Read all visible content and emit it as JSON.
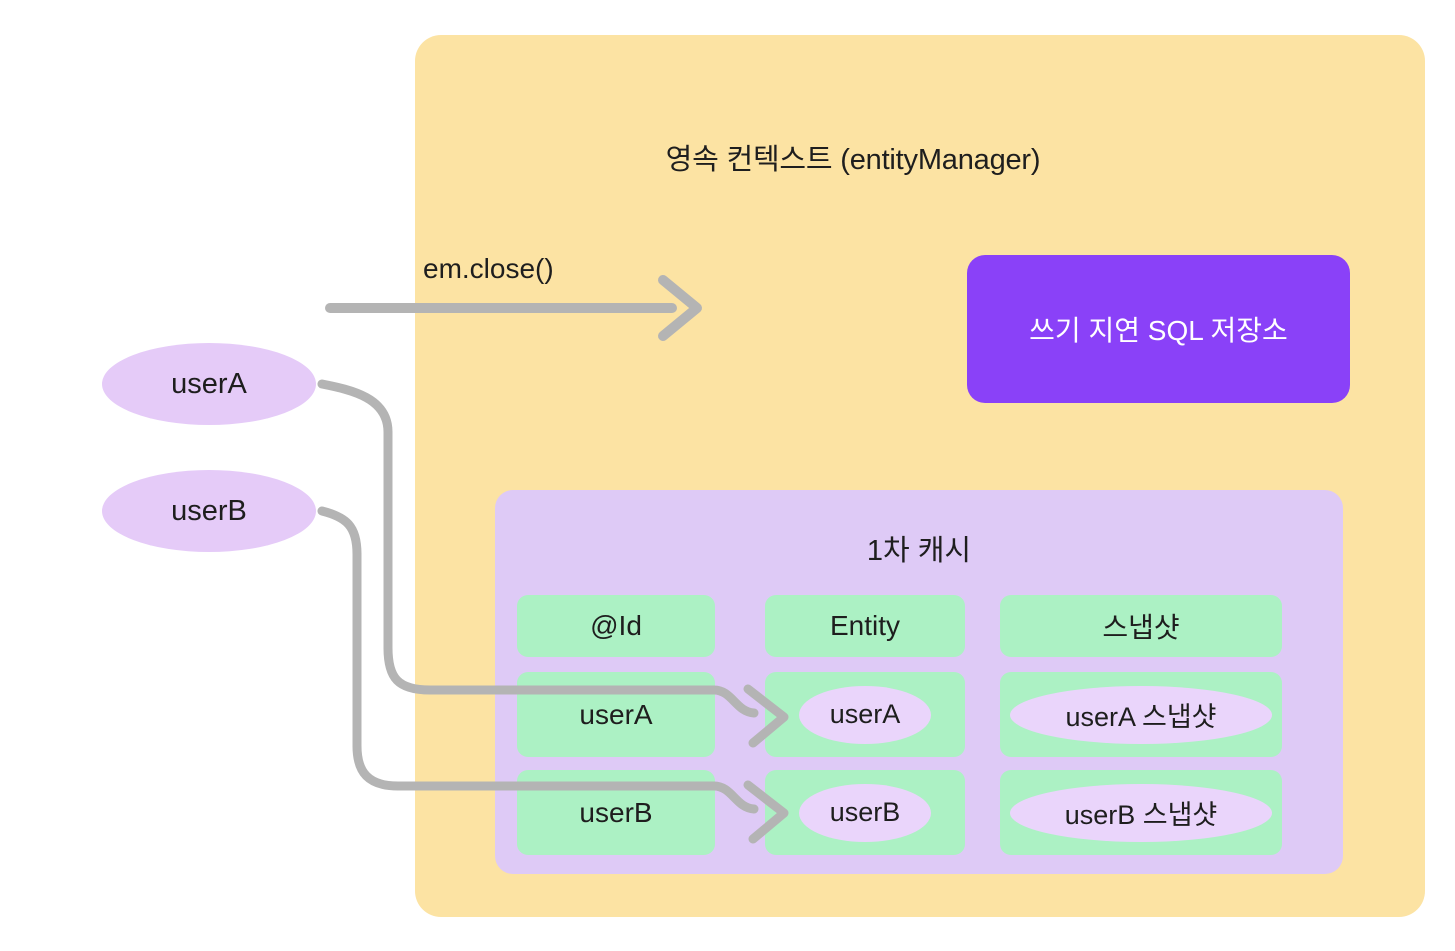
{
  "colors": {
    "background": "#FFFFFF",
    "context_box": "#FCE3A3",
    "cache_box": "#DECAF6",
    "cell_green": "#ACF1C4",
    "ellipse_outer": "#E5CBF8",
    "ellipse_inner": "#EAD5FB",
    "sql_store": "#8A41F8",
    "sql_store_text": "#FFFFFF",
    "arrow_gray": "#B4B4B4",
    "text_dark": "#1E1E1E"
  },
  "persistence_context": {
    "title": "영속 컨텍스트 (entityManager)",
    "em_close_label": "em.close()",
    "sql_store_label": "쓰기 지연 SQL 저장소"
  },
  "external_entities": [
    {
      "label": "userA"
    },
    {
      "label": "userB"
    }
  ],
  "first_level_cache": {
    "title": "1차 캐시",
    "columns": [
      "@Id",
      "Entity",
      "스냅샷"
    ],
    "rows": [
      {
        "id": "userA",
        "entity": "userA",
        "snapshot": "userA 스냅샷"
      },
      {
        "id": "userB",
        "entity": "userB",
        "snapshot": "userB 스냅샷"
      }
    ]
  }
}
